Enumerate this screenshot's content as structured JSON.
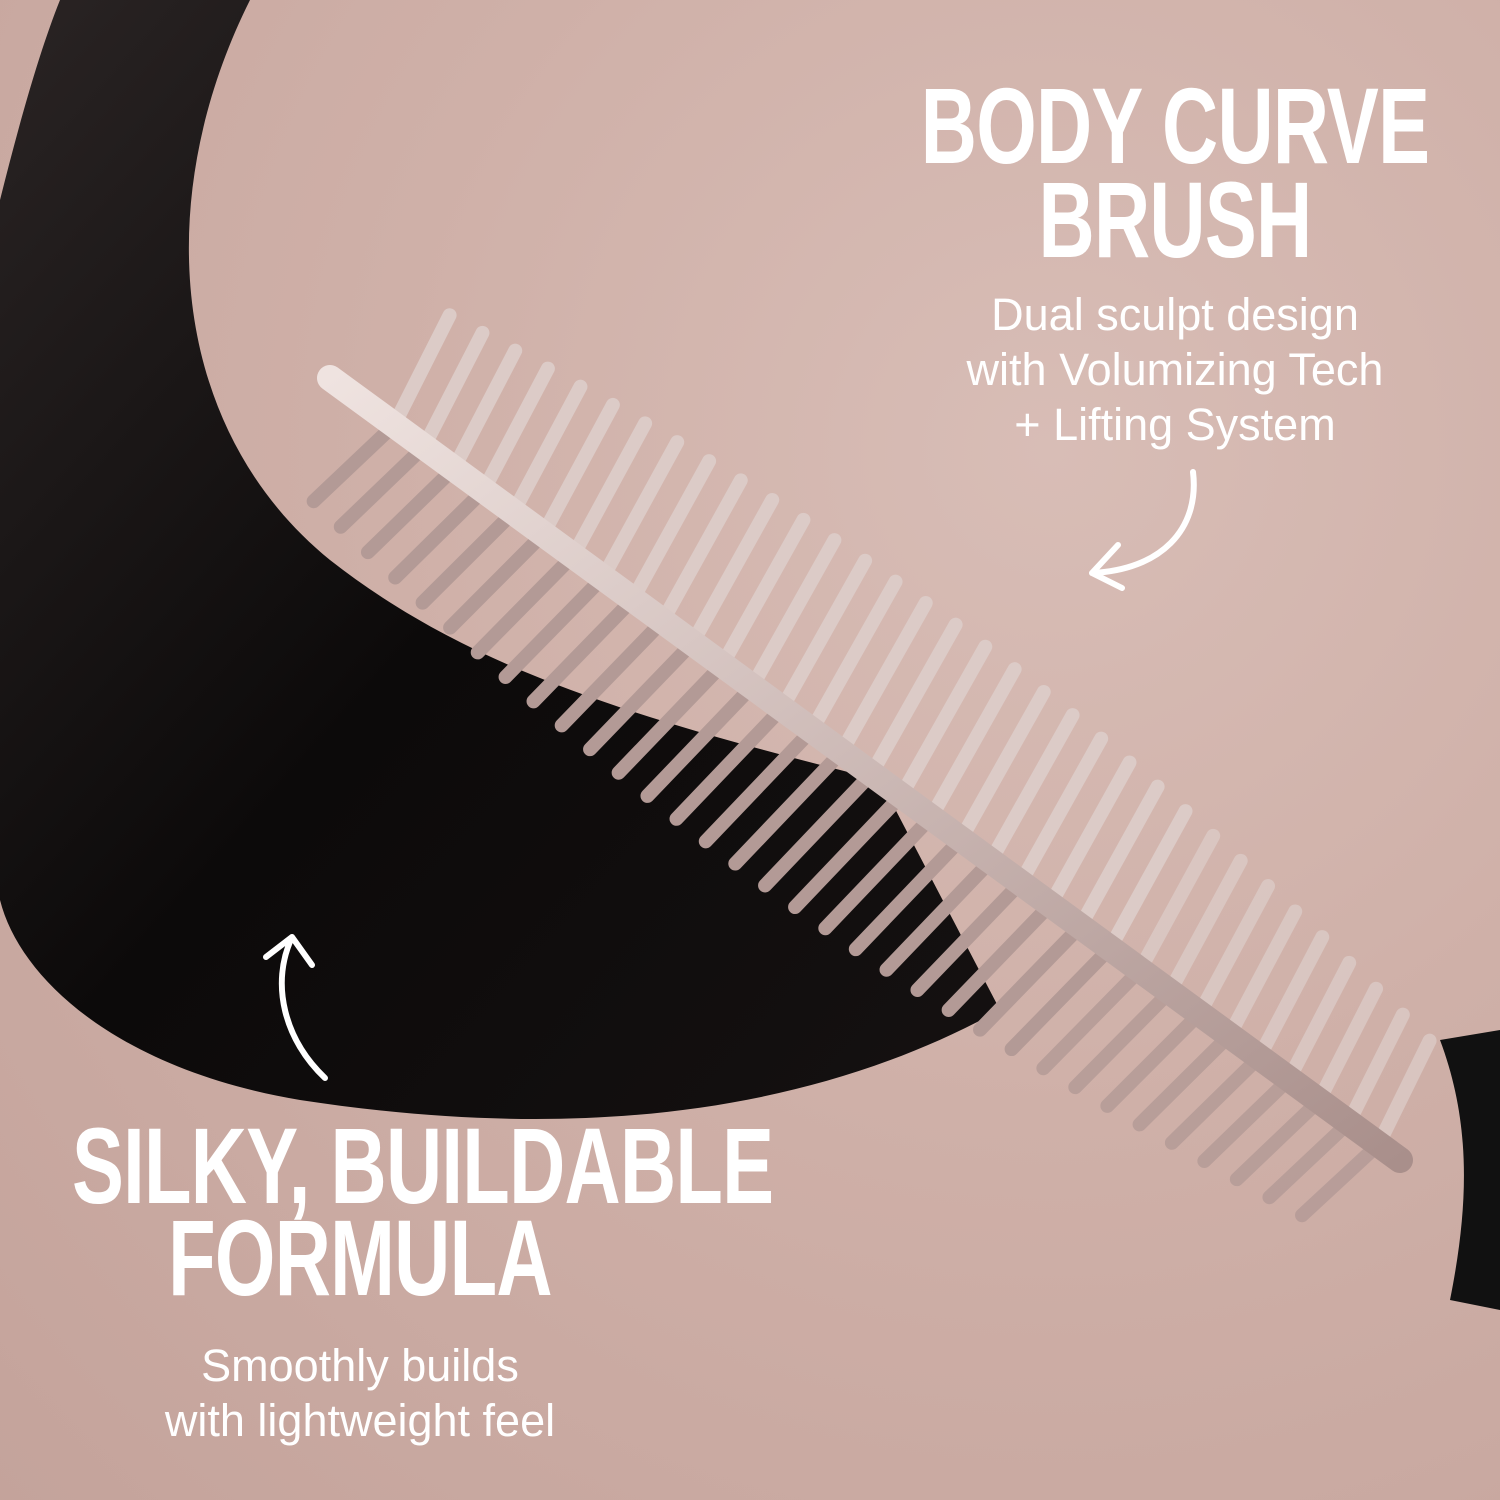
{
  "brush_callout": {
    "title_line1": "BODY CURVE",
    "title_line2": "BRUSH",
    "desc_line1": "Dual sculpt design",
    "desc_line2": "with Volumizing Tech",
    "desc_line3": "+ Lifting System",
    "arrow_icon": "curved-arrow-down-left"
  },
  "formula_callout": {
    "title_line1": "SILKY, BUILDABLE",
    "title_line2": "FORMULA",
    "desc_line1": "Smoothly builds",
    "desc_line2": "with lightweight feel",
    "arrow_icon": "curved-arrow-up"
  },
  "colors": {
    "background": "#cfb0a8",
    "formula": "#0d0b0b",
    "brush": "#d9c6c2",
    "text": "#ffffff"
  }
}
